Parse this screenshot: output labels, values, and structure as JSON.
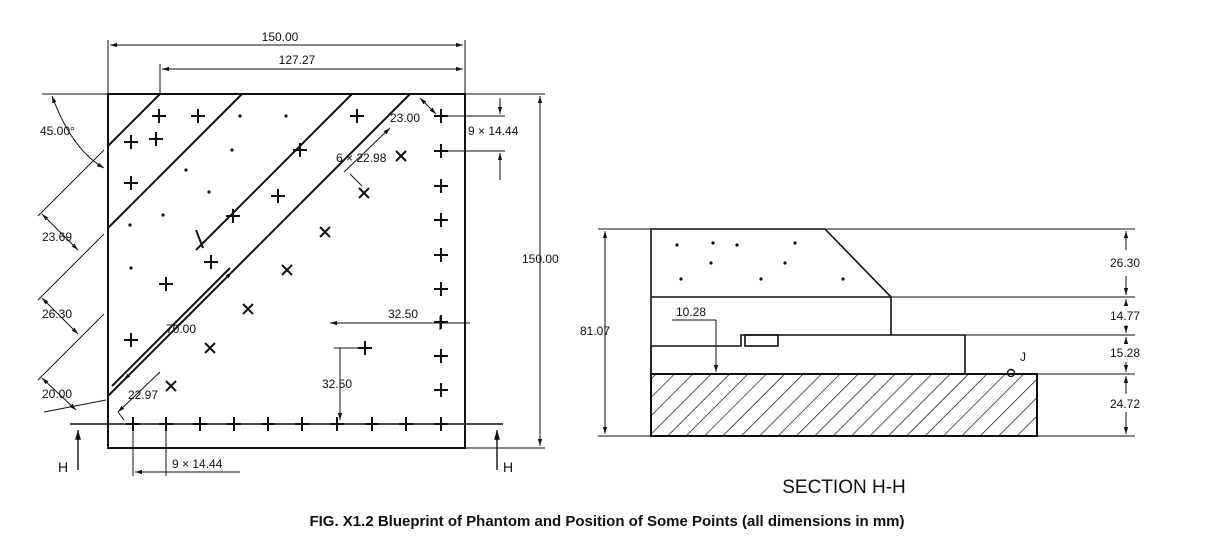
{
  "plan_view": {
    "dims": {
      "overall_width": "150.00",
      "diagonal_offset": "127.27",
      "overall_height": "150.00",
      "angle": "45.00°",
      "band_1": "23.69",
      "band_2": "26.30",
      "band_3": "20.00",
      "diag_spacing_top": "23.00",
      "right_column_pitch": "9 × 14.44",
      "diag_cross_pitch": "6 × 22.98",
      "inner_length": "70.00",
      "corner_offset": "22.97",
      "inset_x": "32.50",
      "inset_y": "32.50",
      "bottom_row_pitch": "9 × 14.44"
    },
    "section_markers": [
      "H",
      "H"
    ]
  },
  "section_view": {
    "title": "SECTION H-H",
    "dims": {
      "total_height": "81.07",
      "step_1": "26.30",
      "step_2": "14.77",
      "step_3": "15.28",
      "base": "24.72",
      "inner_height": "10.28"
    },
    "point_label": "J"
  },
  "caption": "FIG. X1.2 Blueprint of Phantom and Position of Some Points (all dimensions in mm)"
}
